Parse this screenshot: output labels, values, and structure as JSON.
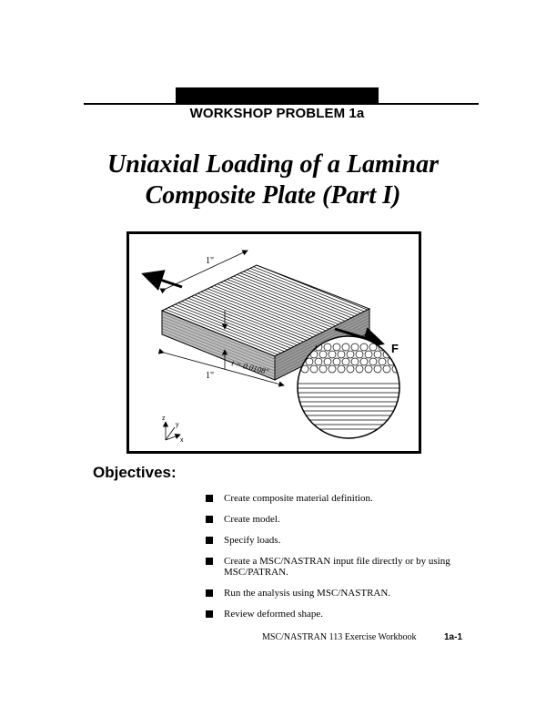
{
  "header": {
    "label": "WORKSHOP PROBLEM 1a"
  },
  "title": {
    "line1": "Uniaxial Loading of a Laminar",
    "line2": "Composite Plate (Part I)"
  },
  "figure": {
    "dim_top": "1\"",
    "dim_bottom": "1\"",
    "thickness": "t = 0.0108\"",
    "force_label": "F",
    "axis_z": "z",
    "axis_y": "y",
    "axis_x": "x"
  },
  "objectives": {
    "heading": "Objectives:",
    "items": [
      "Create composite material definition.",
      "Create model.",
      "Specify loads.",
      "Create a MSC/NASTRAN input file directly or by using MSC/PATRAN.",
      "Run the analysis using MSC/NASTRAN.",
      "Review deformed shape."
    ]
  },
  "footer": {
    "workbook": "MSC/NASTRAN 113 Exercise Workbook",
    "page": "1a-1"
  }
}
